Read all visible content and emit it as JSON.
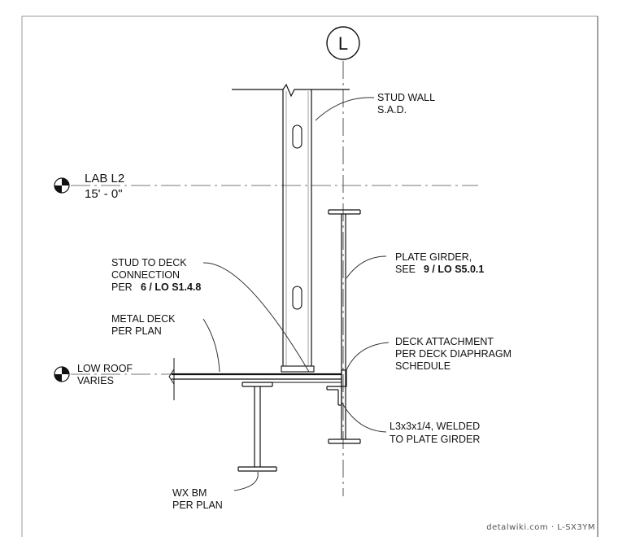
{
  "gridline": {
    "label": "L"
  },
  "levels": {
    "lab": {
      "name": "LAB L2",
      "elevation": "15' - 0\""
    },
    "low_roof": {
      "name": "LOW ROOF",
      "elevation": "VARIES"
    }
  },
  "callouts": {
    "stud_wall": {
      "line1": "STUD WALL",
      "line2": "S.A.D."
    },
    "plate_girder": {
      "line1": "PLATE GIRDER,",
      "line2_prefix": "SEE",
      "line2_ref": "9  /  LO S5.0.1"
    },
    "stud_to_deck": {
      "line1": "STUD TO DECK",
      "line2": "CONNECTION",
      "line3_prefix": "PER",
      "line3_ref": "6  /  LO S1.4.8"
    },
    "metal_deck": {
      "line1": "METAL DECK",
      "line2": "PER PLAN"
    },
    "deck_attachment": {
      "line1": "DECK ATTACHMENT",
      "line2": "PER DECK DIAPHRAGM",
      "line3": "SCHEDULE"
    },
    "angle": {
      "line1": "L3x3x1/4, WELDED",
      "line2": "TO PLATE GIRDER"
    },
    "wx_beam": {
      "line1": "WX BM",
      "line2": "PER PLAN"
    }
  },
  "watermark": "detalwiki.com · L-SX3YM",
  "colors": {
    "line": "#111111",
    "light_line": "#888888",
    "paper": "#ffffff"
  }
}
